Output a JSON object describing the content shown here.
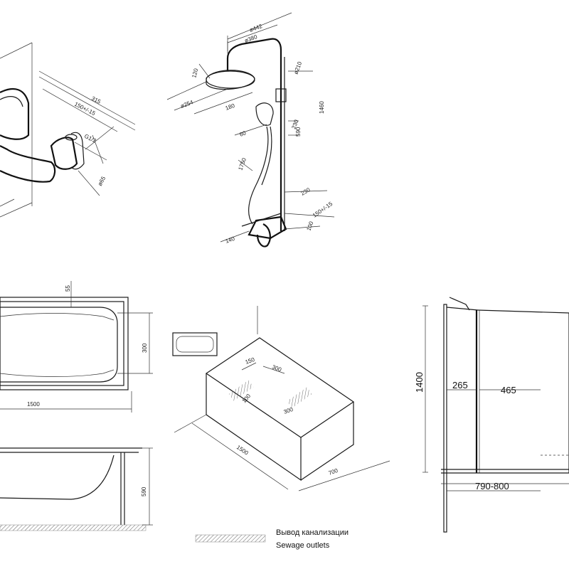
{
  "mixer": {
    "labels": [
      "315",
      "150+/-15",
      "G1/2",
      "ø65"
    ]
  },
  "shower": {
    "labels": [
      "ø442",
      "ø380",
      "120",
      "ø210",
      "ø254",
      "1460",
      "180",
      "230",
      "590",
      "60",
      "1750",
      "150+/-15",
      "100",
      "230",
      "140"
    ]
  },
  "tub": {
    "labels": [
      "55",
      "300",
      "1500",
      "590"
    ]
  },
  "tub_box": {
    "labels": [
      "150",
      "300",
      "100",
      "300",
      "1500",
      "700"
    ]
  },
  "screen": {
    "labels": [
      "1400",
      "265",
      "465",
      "790-800"
    ]
  },
  "legend": {
    "line1": "Вывод канализации",
    "line2": "Sewage outlets"
  }
}
